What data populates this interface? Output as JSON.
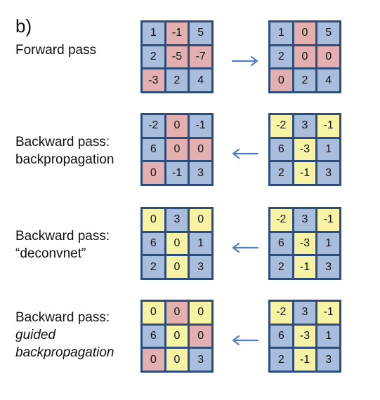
{
  "panel_label": "b)",
  "colors": {
    "blue": "#a9bedd",
    "red": "#e4afaf",
    "yellow": "#f7f2a4",
    "border": "#2e4d7a",
    "arrow": "#4f7fc4"
  },
  "rows": [
    {
      "label_lines": [
        "Forward pass"
      ],
      "italic_lines": [],
      "arrow": "right",
      "left": {
        "values": [
          "1",
          "-1",
          "5",
          "2",
          "-5",
          "-7",
          "-3",
          "2",
          "4"
        ],
        "colors": [
          "blue",
          "red",
          "blue",
          "blue",
          "red",
          "red",
          "red",
          "blue",
          "blue"
        ]
      },
      "right": {
        "values": [
          "1",
          "0",
          "5",
          "2",
          "0",
          "0",
          "0",
          "2",
          "4"
        ],
        "colors": [
          "blue",
          "red",
          "blue",
          "blue",
          "red",
          "red",
          "red",
          "blue",
          "blue"
        ]
      }
    },
    {
      "label_lines": [
        "Backward pass:",
        "backpropagation"
      ],
      "italic_lines": [],
      "arrow": "left",
      "left": {
        "values": [
          "-2",
          "0",
          "-1",
          "6",
          "0",
          "0",
          "0",
          "-1",
          "3"
        ],
        "colors": [
          "blue",
          "red",
          "blue",
          "blue",
          "red",
          "red",
          "red",
          "blue",
          "blue"
        ]
      },
      "right": {
        "values": [
          "-2",
          "3",
          "-1",
          "6",
          "-3",
          "1",
          "2",
          "-1",
          "3"
        ],
        "colors": [
          "yellow",
          "blue",
          "yellow",
          "blue",
          "yellow",
          "blue",
          "blue",
          "yellow",
          "blue"
        ]
      }
    },
    {
      "label_lines": [
        "Backward pass:",
        "“deconvnet”"
      ],
      "italic_lines": [],
      "arrow": "left",
      "left": {
        "values": [
          "0",
          "3",
          "0",
          "6",
          "0",
          "1",
          "2",
          "0",
          "3"
        ],
        "colors": [
          "yellow",
          "blue",
          "yellow",
          "blue",
          "yellow",
          "blue",
          "blue",
          "yellow",
          "blue"
        ]
      },
      "right": {
        "values": [
          "-2",
          "3",
          "-1",
          "6",
          "-3",
          "1",
          "2",
          "-1",
          "3"
        ],
        "colors": [
          "yellow",
          "blue",
          "yellow",
          "blue",
          "yellow",
          "blue",
          "blue",
          "yellow",
          "blue"
        ]
      }
    },
    {
      "label_lines": [
        "Backward pass:",
        "guided",
        "backpropagation"
      ],
      "italic_lines": [
        1,
        2
      ],
      "arrow": "left",
      "left": {
        "values": [
          "0",
          "0",
          "0",
          "6",
          "0",
          "0",
          "0",
          "0",
          "3"
        ],
        "colors": [
          "yellow",
          "red",
          "yellow",
          "blue",
          "yellow",
          "red",
          "red",
          "yellow",
          "blue"
        ]
      },
      "right": {
        "values": [
          "-2",
          "3",
          "-1",
          "6",
          "-3",
          "1",
          "2",
          "-1",
          "3"
        ],
        "colors": [
          "yellow",
          "blue",
          "yellow",
          "blue",
          "yellow",
          "blue",
          "blue",
          "yellow",
          "blue"
        ]
      }
    }
  ]
}
